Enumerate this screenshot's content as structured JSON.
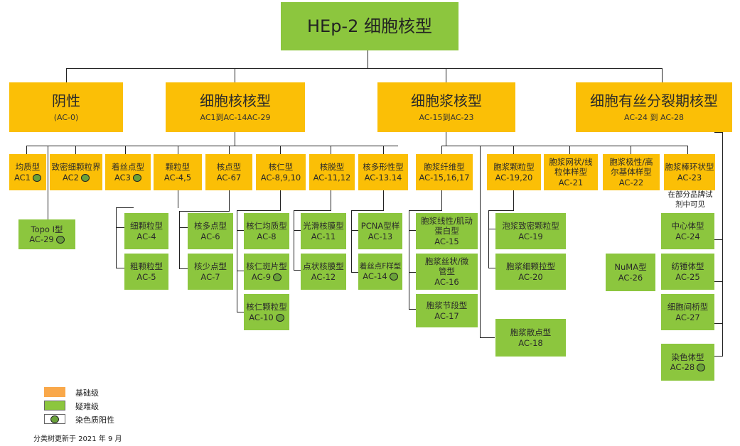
{
  "title": "HEp-2 细胞核型",
  "categories": [
    {
      "name": "阴性",
      "code": "(AC-0)"
    },
    {
      "name": "细胞核核型",
      "code": "AC1到AC-14AC-29"
    },
    {
      "name": "细胞浆核型",
      "code": "AC-15到AC-23"
    },
    {
      "name": "细胞有丝分裂期核型",
      "code": "AC-24 到 AC-28"
    }
  ],
  "groups": [
    {
      "name": "均质型",
      "code": "AC1"
    },
    {
      "name": "致密细颗粒界",
      "code": "AC2"
    },
    {
      "name": "着丝点型",
      "code": "AC3"
    },
    {
      "name": "颗粒型",
      "code": "AC-4,5"
    },
    {
      "name": "核点型",
      "code": "AC-67"
    },
    {
      "name": "核仁型",
      "code": "AC-8,9,10"
    },
    {
      "name": "核脱型",
      "code": "AC-11,12"
    },
    {
      "name": "核多形性型",
      "code": "AC-13.14"
    },
    {
      "name": "胞浆纤维型",
      "code": "AC-15,16,17"
    },
    {
      "name": "胞浆颗粒型",
      "code": "AC-19,20"
    },
    {
      "name": "胞浆网状/线粒体样型",
      "code": "AC-21"
    },
    {
      "name": "胞浆极性/高尔基体样型",
      "code": "AC-22"
    },
    {
      "name": "胞浆棒环状型",
      "code": "AC-23"
    }
  ],
  "leaves": [
    {
      "name": "Topo I型",
      "code": "AC-29"
    },
    {
      "name": "细颗粒型",
      "code": "AC-4"
    },
    {
      "name": "粗颗粒型",
      "code": "AC-5"
    },
    {
      "name": "核多点型",
      "code": "AC-6"
    },
    {
      "name": "核少点型",
      "code": "AC-7"
    },
    {
      "name": "核仁均质型",
      "code": "AC-8"
    },
    {
      "name": "核仁斑片型",
      "code": "AC-9"
    },
    {
      "name": "核仁颗粒型",
      "code": "AC-10"
    },
    {
      "name": "光滑核膜型",
      "code": "AC-11"
    },
    {
      "name": "点状核膜型",
      "code": "AC-12"
    },
    {
      "name": "PCNA型样",
      "code": "AC-13"
    },
    {
      "name": "着丝点F样型",
      "code": "AC-14"
    },
    {
      "name": "胞浆线性/肌动蛋白型",
      "code": "AC-15"
    },
    {
      "name": "胞浆丝状/微管型",
      "code": "AC-16"
    },
    {
      "name": "胞浆节段型",
      "code": "AC-17"
    },
    {
      "name": "泡浆致密颗粒型",
      "code": "AC-19"
    },
    {
      "name": "胞浆细颗拉型",
      "code": "AC-20"
    },
    {
      "name": "胞浆散点型",
      "code": "AC-18"
    },
    {
      "name": "NuMA型",
      "code": "AC-26"
    },
    {
      "name": "中心体型",
      "code": "AC-24"
    },
    {
      "name": "纺锤体型",
      "code": "AC-25"
    },
    {
      "name": "细胞间桥型",
      "code": "AC-27"
    },
    {
      "name": "染色体型",
      "code": "AC-28"
    }
  ],
  "note": "在部分品牌试剂中可见",
  "legend": [
    {
      "label": "基础级",
      "color": "#fbbf06"
    },
    {
      "label": "疑难级",
      "color": "#8cc63e"
    },
    {
      "label": "染色质阳性",
      "color": "#ffffff"
    }
  ],
  "footer": "分类树更新于 2021 年 9 月",
  "colors": {
    "basic": "#fbbf06",
    "advanced": "#8cc63e",
    "line": "#222222"
  }
}
